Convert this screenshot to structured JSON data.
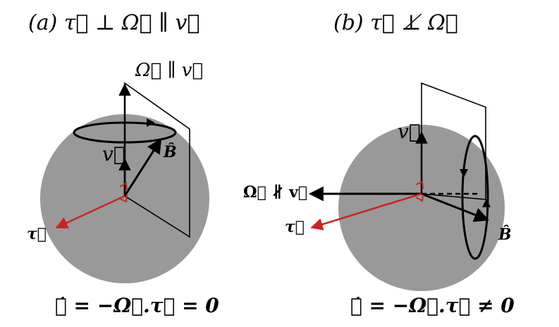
{
  "panel_a": {
    "title": "(a)  τ⃗ ⊥ Ω⃗ ∥ v⃗",
    "omega_label": "Ω⃗ ∥ v⃗",
    "v_label": "v⃗",
    "b_label": "B̂",
    "tau_label": "τ⃗",
    "equation": "𝓦̇ = −Ω⃗.τ⃗ = 0"
  },
  "panel_b": {
    "title": "(b)   τ⃗ ⊥̸ Ω⃗",
    "omega_label": "Ω⃗ ∦ v⃗",
    "v_label": "v⃗",
    "b_label": "B̂",
    "tau_label": "τ⃗",
    "equation": "𝓦̇ = −Ω⃗.τ⃗ ≠ 0"
  },
  "colors": {
    "sphere": "#999999",
    "arrow": "#000000",
    "tau": "#cc2222",
    "right_angle_marker": "#b03030"
  }
}
